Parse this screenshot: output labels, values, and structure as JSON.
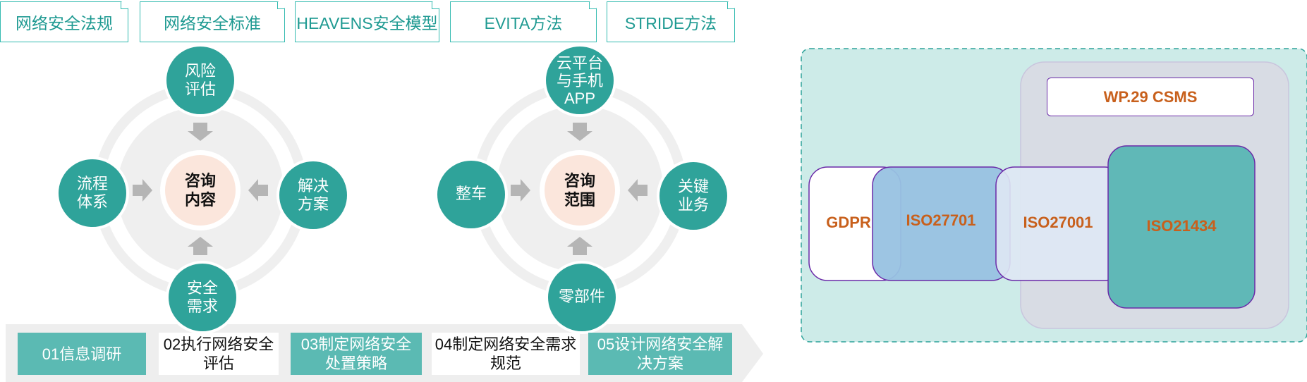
{
  "tabs": [
    "网络安全法规",
    "网络安全标准",
    "HEAVENS安全模型",
    "EVITA方法",
    "STRIDE方法"
  ],
  "left_cycle": {
    "center": [
      "咨询",
      "内容"
    ],
    "top": [
      "风险",
      "评估"
    ],
    "right": [
      "解决",
      "方案"
    ],
    "bottom": [
      "安全",
      "需求"
    ],
    "left": [
      "流程",
      "体系"
    ]
  },
  "right_cycle": {
    "center": [
      "咨询",
      "范围"
    ],
    "top": [
      "云平台",
      "与手机",
      "APP"
    ],
    "right": [
      "关键",
      "业务"
    ],
    "bottom": [
      "零部件"
    ],
    "left": [
      "整车"
    ]
  },
  "steps": [
    {
      "line1": "01信息调研",
      "line2": ""
    },
    {
      "line1": "02执行网络安全",
      "line2": "评估"
    },
    {
      "line1": "03制定网络安全",
      "line2": "处置策略"
    },
    {
      "line1": "04制定网络安全需求",
      "line2": "规范"
    },
    {
      "line1": "05设计网络安全解",
      "line2": "决方案"
    }
  ],
  "standards": {
    "wp29": "WP.29 CSMS",
    "gdpr": "GDPR",
    "iso27701": "ISO27701",
    "iso27001": "ISO27001",
    "iso21434": "ISO21434"
  },
  "colors": {
    "teal": "#2fa39a",
    "teal_light": "#5bbab3",
    "peach": "#fbe6dc",
    "orange_text": "#c8601c",
    "purple_border": "#6a2aa8",
    "venn_bg": "#cdebe8"
  }
}
